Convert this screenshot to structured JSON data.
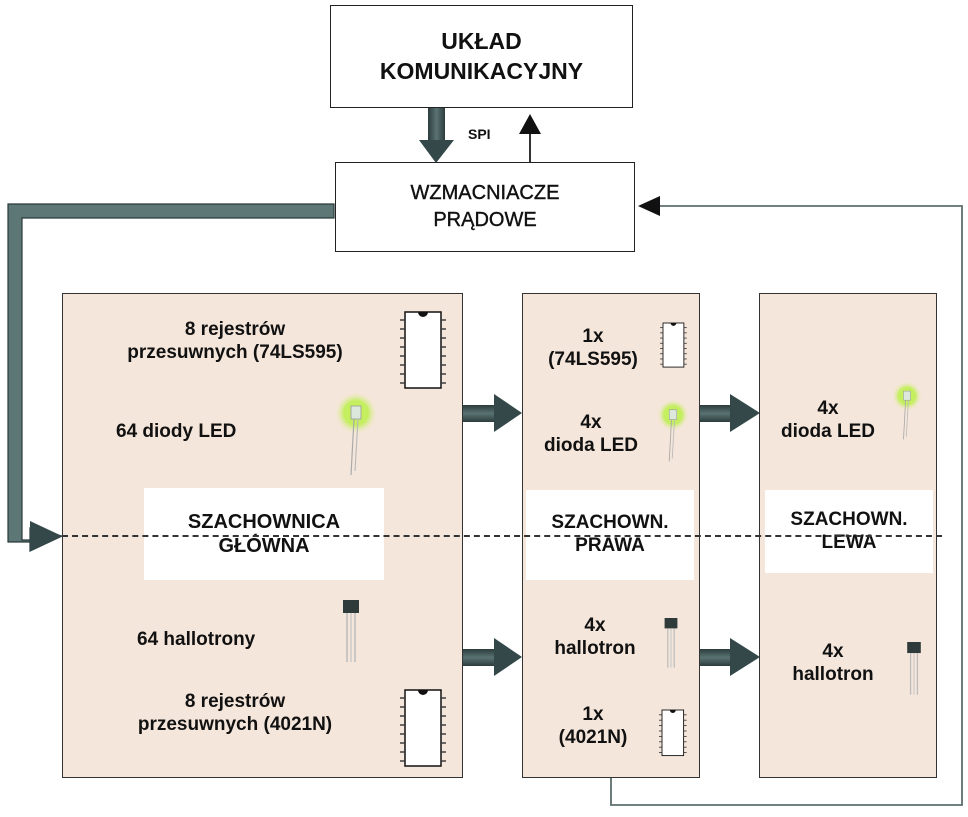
{
  "top_box": {
    "line1": "UKŁAD",
    "line2": "KOMUNIKACYJNY"
  },
  "spi_label": "SPI",
  "amp_box": {
    "line1": "WZMACNIACZE",
    "line2": "PRĄDOWE"
  },
  "main_board": {
    "reg_top_line1": "8 rejestrów",
    "reg_top_line2": "przesuwnych (74LS595)",
    "leds": "64 diody LED",
    "title_line1": "SZACHOWNICA",
    "title_line2": "GŁÓWNA",
    "halls": "64 hallotrony",
    "reg_bot_line1": "8 rejestrów",
    "reg_bot_line2": "przesuwnych (4021N)"
  },
  "right_board": {
    "reg_top_line1": "1x",
    "reg_top_line2": "(74LS595)",
    "leds_line1": "4x",
    "leds_line2": "dioda LED",
    "title_line1": "SZACHOWN.",
    "title_line2": "PRAWA",
    "halls_line1": "4x",
    "halls_line2": "hallotron",
    "reg_bot_line1": "1x",
    "reg_bot_line2": "(4021N)"
  },
  "left_board": {
    "leds_line1": "4x",
    "leds_line2": "dioda LED",
    "title_line1": "SZACHOWN.",
    "title_line2": "LEWA",
    "halls_line1": "4x",
    "halls_line2": "hallotron"
  },
  "colors": {
    "board_fill": "#f5e6db",
    "arrow_fill": "#34484a",
    "bus_fill": "#5d7776",
    "led_glow": "#b8f040"
  }
}
